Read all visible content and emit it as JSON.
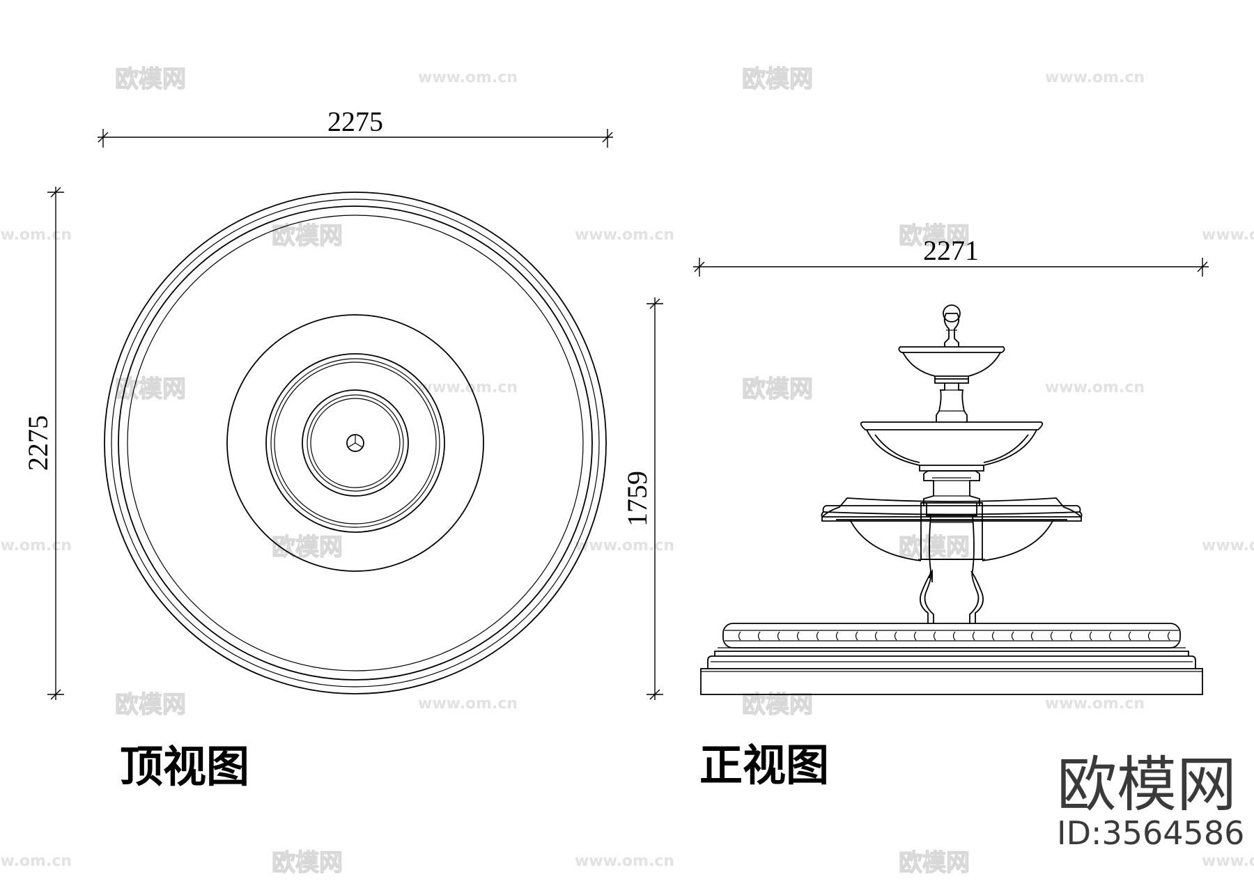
{
  "top_view": {
    "title": "顶视图",
    "width_dim": "2275",
    "height_dim": "2275"
  },
  "front_view": {
    "title": "正视图",
    "width_dim": "2271",
    "height_dim": "1759"
  },
  "brand": {
    "name": "欧模网",
    "id_label": "ID:3564586"
  },
  "watermark": {
    "logo_text": "欧模网",
    "url_text": "www.om.cn"
  }
}
